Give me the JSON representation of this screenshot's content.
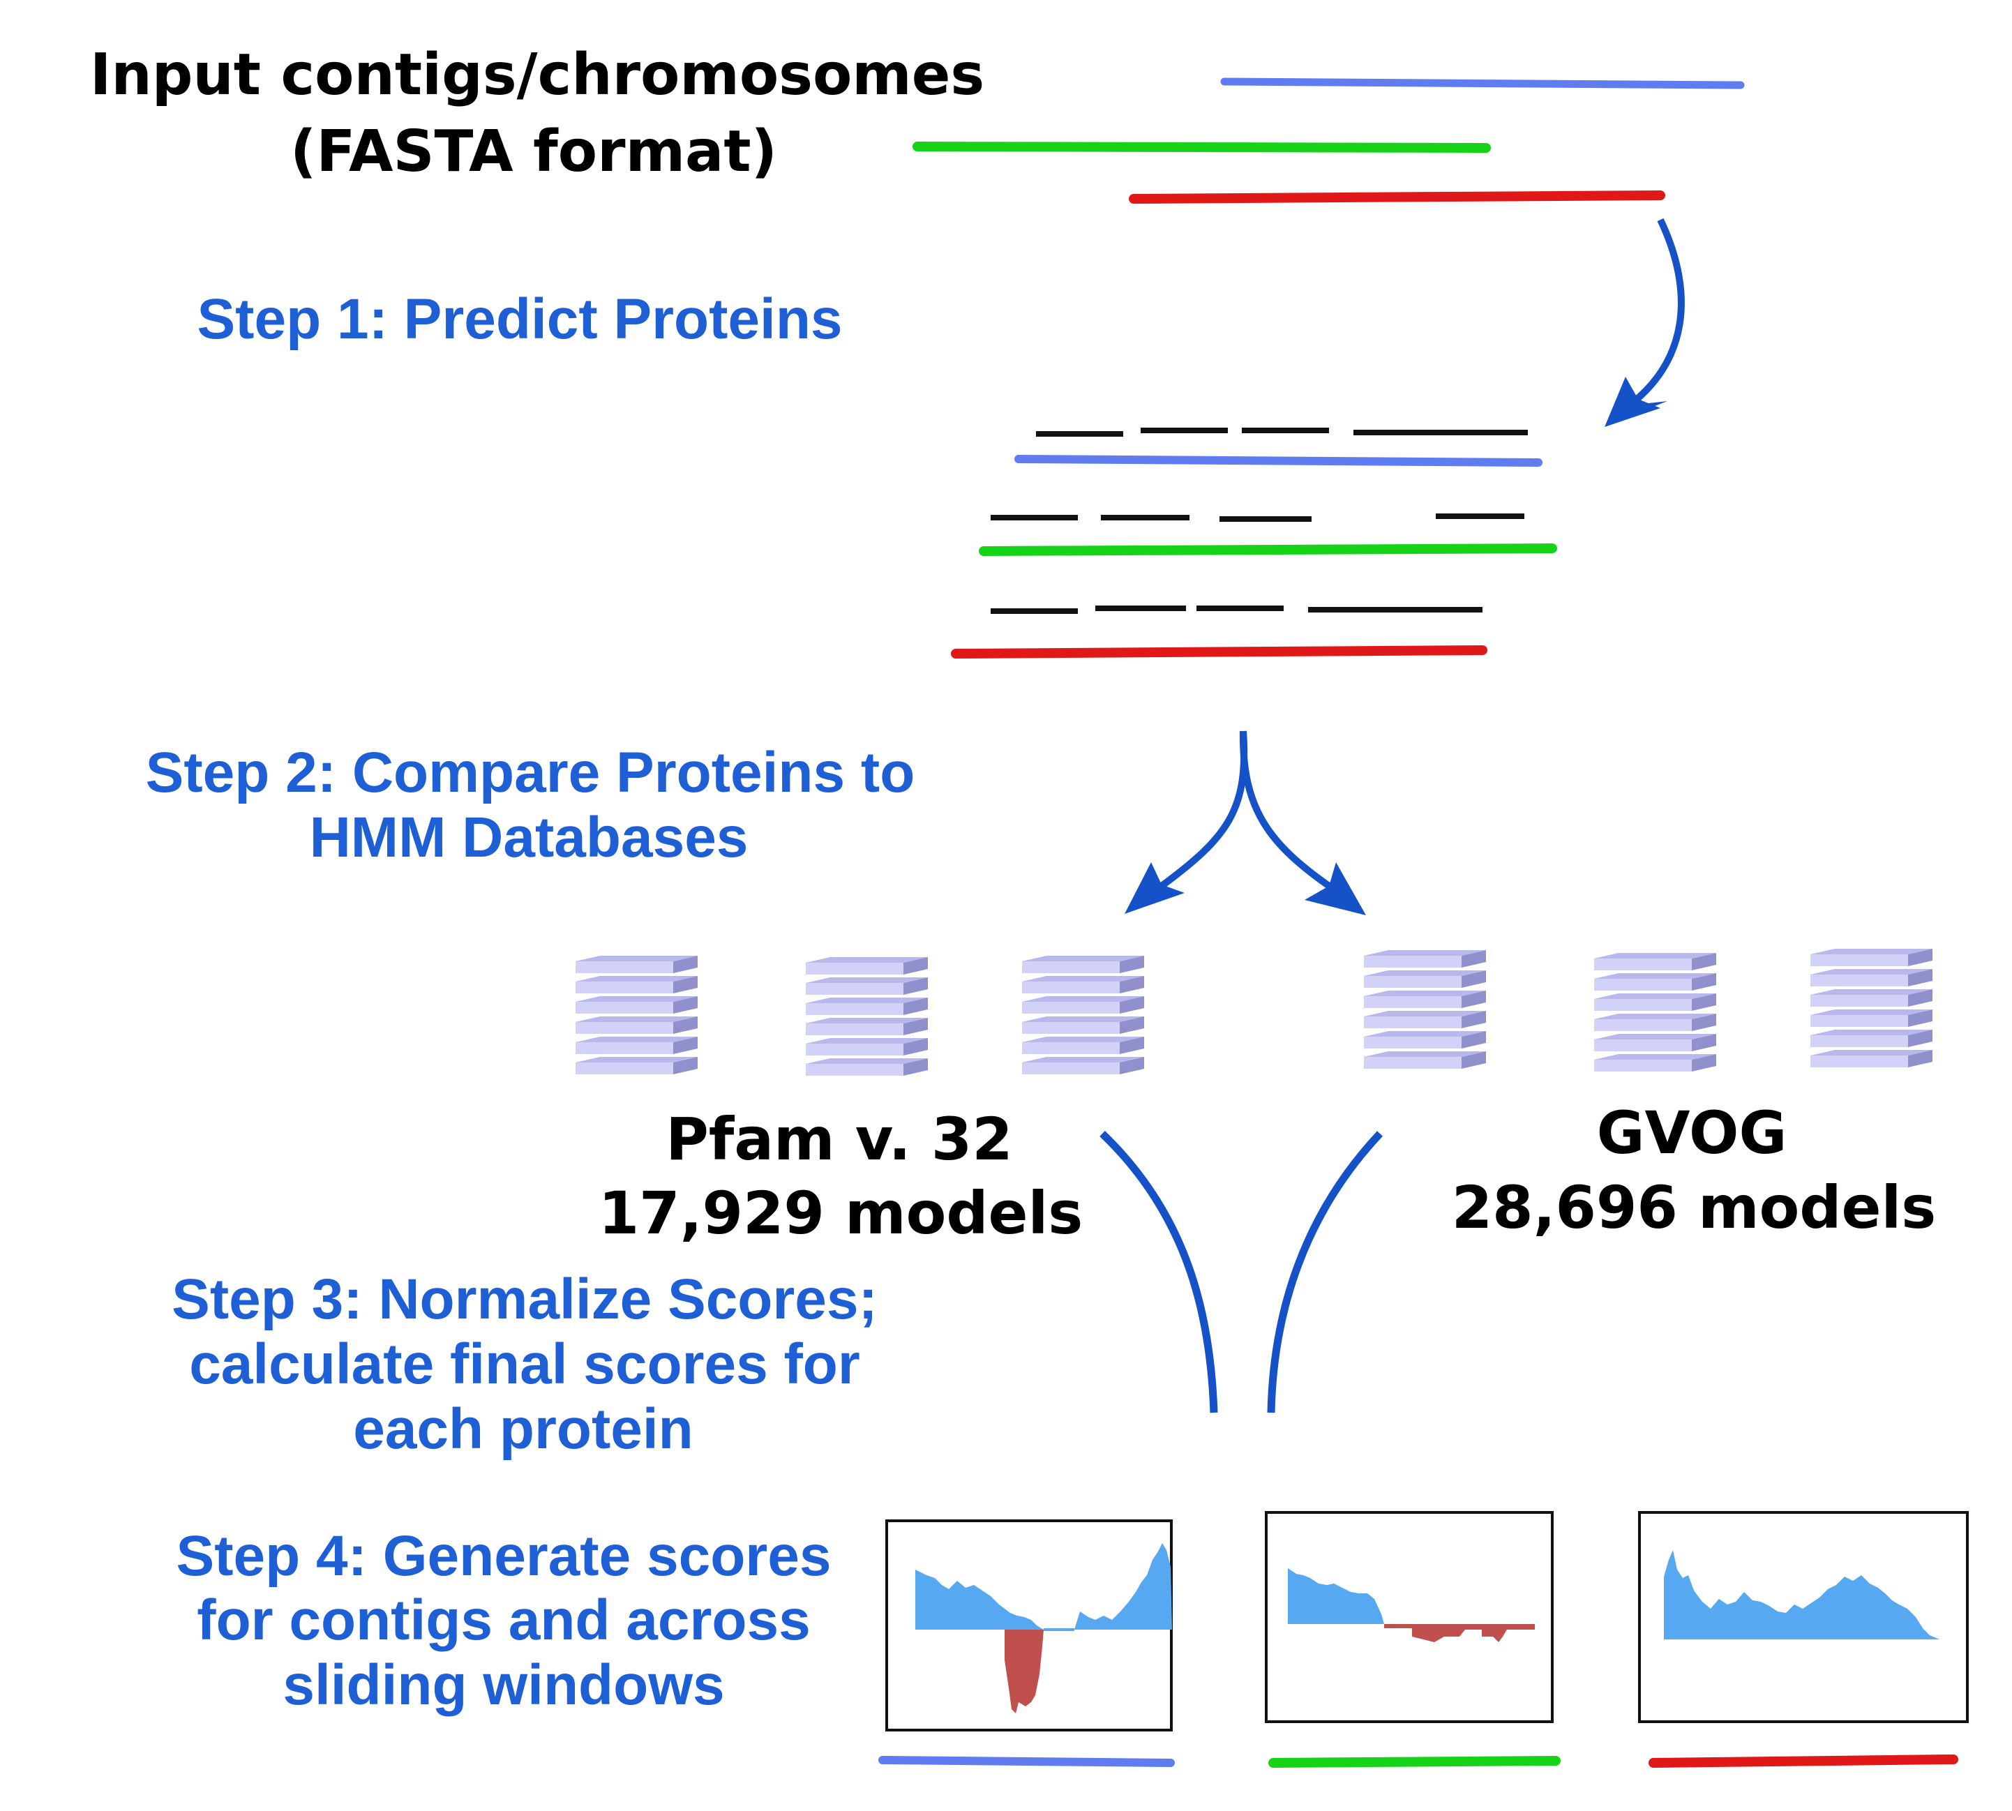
{
  "colors": {
    "step_text": "#1e5fd6",
    "arrow": "#1552c8",
    "contig_blue": "#5f7cf0",
    "contig_green": "#17d317",
    "contig_red": "#e01818",
    "gene_dash": "#111111",
    "db_front": "#d2d2f8",
    "db_side": "#9090cc",
    "db_top": "#b8b8ec",
    "score_positive": "#56a8f0",
    "score_negative": "#c0504d"
  },
  "input": {
    "line1": "Input contigs/chromosomes",
    "line2": "(FASTA format)"
  },
  "step1": {
    "label": "Step 1: Predict Proteins"
  },
  "step2": {
    "line1": "Step 2: Compare Proteins to",
    "line2": "HMM Databases"
  },
  "databases": [
    {
      "name": "Pfam v. 32",
      "models": "17,929 models",
      "icon": "database-stack-icon"
    },
    {
      "name": "GVOG",
      "models": "28,696 models",
      "icon": "database-stack-icon"
    }
  ],
  "step3": {
    "line1": "Step 3: Normalize Scores;",
    "line2": "calculate final scores for",
    "line3": "each protein"
  },
  "step4": {
    "line1": "Step 4: Generate scores",
    "line2": "for contigs and across",
    "line3": "sliding windows"
  },
  "contigs": [
    "blue",
    "green",
    "red"
  ]
}
